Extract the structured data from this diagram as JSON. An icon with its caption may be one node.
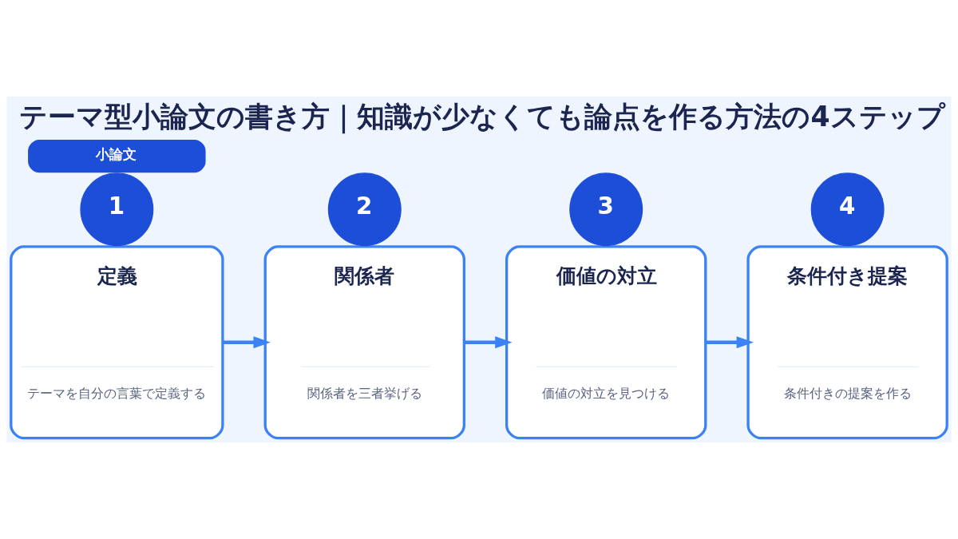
{
  "diagram": {
    "title": "テーマ型小論文の書き方｜知識が少なくても論点を作る方法の4ステップ",
    "nodes": [
      {
        "text": [
          "小論文"
        ]
      },
      {
        "text": [
          "1"
        ]
      },
      {
        "text": [
          "定義",
          "テーマを自分の言葉で定義する"
        ]
      },
      {
        "text": [
          "2"
        ]
      },
      {
        "text": [
          "関係者",
          "関係者を三者挙げる"
        ]
      },
      {
        "text": [
          "3"
        ]
      },
      {
        "text": [
          "価値の対立",
          "価値の対立を見つける"
        ]
      },
      {
        "text": [
          "4"
        ]
      },
      {
        "text": [
          "条件付き提案",
          "条件付きの提案を作る"
        ]
      }
    ],
    "edges": [
      {
        "from": 2,
        "to": 4,
        "arrow": "to"
      },
      {
        "from": 4,
        "to": 6,
        "arrow": "to"
      },
      {
        "from": 6,
        "to": 8,
        "arrow": "to"
      }
    ]
  }
}
